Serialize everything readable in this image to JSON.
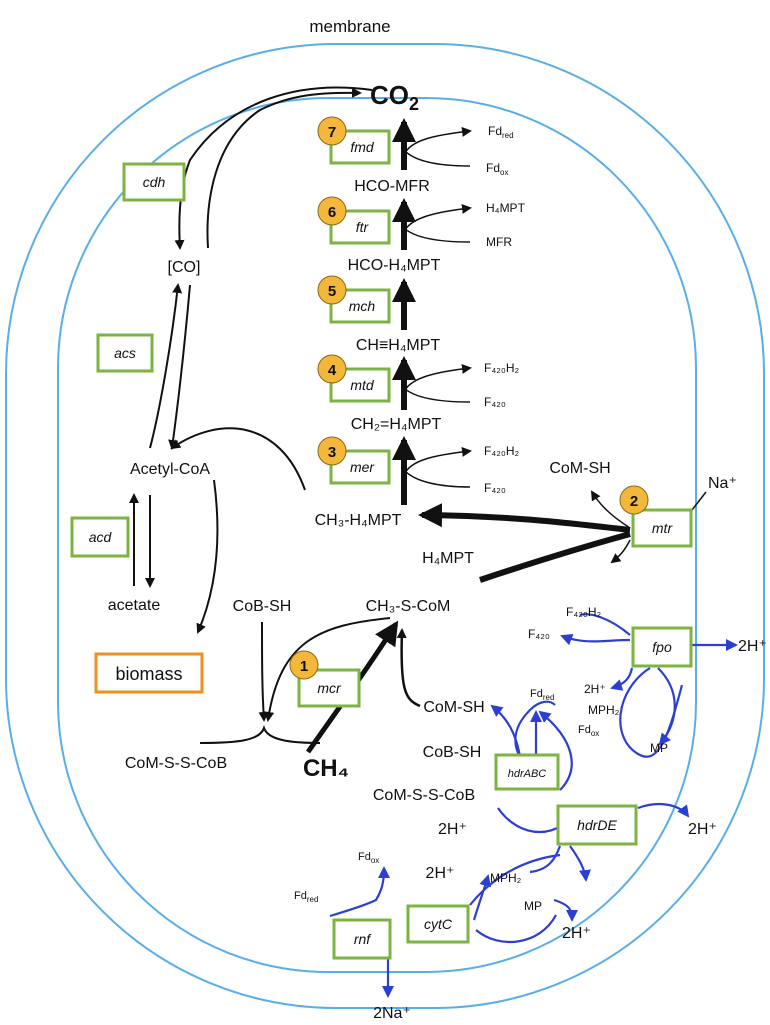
{
  "colors": {
    "membrane": "#5aaee8",
    "gene_box": "#7cb342",
    "biomass_box": "#ef8f22",
    "step_circle": "#f3b73b",
    "electron_arrow": "#2d3fd3",
    "carbon_arrow": "#111111"
  },
  "labels": {
    "membrane": "membrane",
    "co2": "CO",
    "co2_sub": "2",
    "hco_mfr": "HCO-MFR",
    "hco_h4mpt": "HCO-H₄MPT",
    "ch_h4mpt": "CH≡H₄MPT",
    "ch2_h4mpt": "CH₂=H₄MPT",
    "ch3_h4mpt": "CH₃-H₄MPT",
    "h4mpt": "H₄MPT",
    "ch3_s_com": "CH₃-S-CoM",
    "ch4": "CH₄",
    "com_s_s_cob": "CoM-S-S-CoB",
    "cob_sh": "CoB-SH",
    "com_sh": "CoM-SH",
    "co": "[CO]",
    "acetyl_coa": "Acetyl-CoA",
    "acetate": "acetate",
    "biomass": "biomass",
    "na_plus": "Na⁺",
    "two_na_plus": "2Na⁺",
    "two_h_plus": "2H⁺",
    "h_plus": "2H⁺",
    "fd_red": "Fd",
    "fd_red_sub": "red",
    "fd_ox": "Fd",
    "fd_ox_sub": "ox",
    "f420h2": "F₄₂₀H₂",
    "f420": "F₄₂₀",
    "mfr": "MFR",
    "mph2": "MPH₂",
    "mp": "MP"
  },
  "genes": {
    "fmd": "fmd",
    "ftr": "ftr",
    "mch": "mch",
    "mtd": "mtd",
    "mer": "mer",
    "mtr": "mtr",
    "mcr": "mcr",
    "cdh": "cdh",
    "acs": "acs",
    "acd": "acd",
    "fpo": "fpo",
    "hdrABC": "hdrABC",
    "hdrDE": "hdrDE",
    "rnf": "rnf",
    "cytC": "cytC"
  },
  "steps": [
    "1",
    "2",
    "3",
    "4",
    "5",
    "6",
    "7"
  ]
}
